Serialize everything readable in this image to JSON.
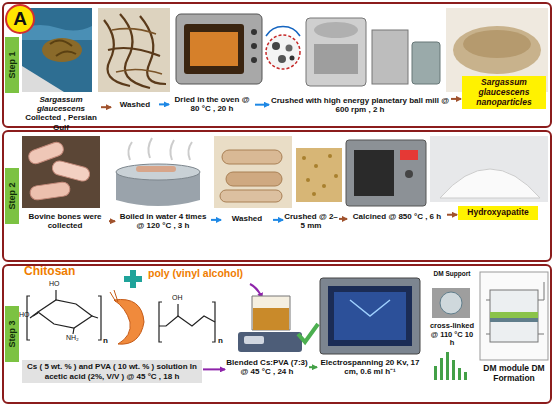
{
  "diagram": {
    "nodes": [
      {
        "text": [
          "A"
        ]
      },
      {
        "text": [
          "Step 1"
        ]
      },
      {
        "text": [
          "Sargassum glaucescens",
          "Collected , Persian Gulf"
        ],
        "in": 1
      },
      {
        "text": [
          "Washed"
        ],
        "in": 1
      },
      {
        "text": [
          "Dried in the oven @ 80 °C , 20 h"
        ],
        "in": 1
      },
      {
        "text": [
          "Crushed with high energy planetary ball mill @ 600 rpm , 2 h"
        ],
        "in": 1
      },
      {
        "text": [
          "Sargassum glaucescens nanoparticles"
        ],
        "in": 1
      },
      {
        "text": [
          "Step 2"
        ]
      },
      {
        "text": [
          "Bovine bones were collected"
        ],
        "in": 7
      },
      {
        "text": [
          "Boiled in water 4 times @ 120 °C , 3 h"
        ],
        "in": 7
      },
      {
        "text": [
          "Washed"
        ],
        "in": 7
      },
      {
        "text": [
          "Crushed @ 2–5 mm"
        ],
        "in": 7
      },
      {
        "text": [
          "Calcined @ 850 °C , 6 h"
        ],
        "in": 7
      },
      {
        "text": [
          "Hydroxyapatite"
        ],
        "in": 7
      },
      {
        "text": [
          "Step 3"
        ]
      },
      {
        "text": [
          "Cs ( 5 wt. % ) and PVA ( 10 wt. % ) solution In acetic acid (2%, V/V ) @ 45 °C , 18 h"
        ],
        "in": 14
      },
      {
        "text": [
          "Blended Cs:PVA (7:3) @ 45 °C , 24 h"
        ],
        "in": 14
      },
      {
        "text": [
          "Electrospanning 20 Kv, 17 cm, 0.6 ml h⁻¹"
        ],
        "in": 14
      },
      {
        "text": [
          "DM Support"
        ],
        "in": 14
      },
      {
        "text": [
          "cross-linked @ 110 °C 10 h"
        ],
        "in": 14
      },
      {
        "text": [
          "DM module DM Formation"
        ],
        "in": 14
      }
    ],
    "edges": [
      {
        "from": 2,
        "to": 3,
        "arrow": "to"
      },
      {
        "from": 3,
        "to": 4,
        "arrow": "to"
      },
      {
        "from": 4,
        "to": 5,
        "arrow": "to"
      },
      {
        "from": 5,
        "to": 6,
        "arrow": "to"
      },
      {
        "from": 8,
        "to": 9,
        "arrow": "to"
      },
      {
        "from": 9,
        "to": 10,
        "arrow": "to"
      },
      {
        "from": 10,
        "to": 11,
        "arrow": "to"
      },
      {
        "from": 11,
        "to": 12,
        "arrow": "to"
      },
      {
        "from": 12,
        "to": 13,
        "arrow": "to"
      },
      {
        "from": 15,
        "to": 16,
        "arrow": "to"
      },
      {
        "from": 16,
        "to": 17,
        "arrow": "to"
      }
    ],
    "labels": [
      "Chitosan",
      "poly (vinyl alcohol)",
      "HO",
      "HO",
      "NH₂",
      "n",
      "OH",
      "n"
    ]
  }
}
